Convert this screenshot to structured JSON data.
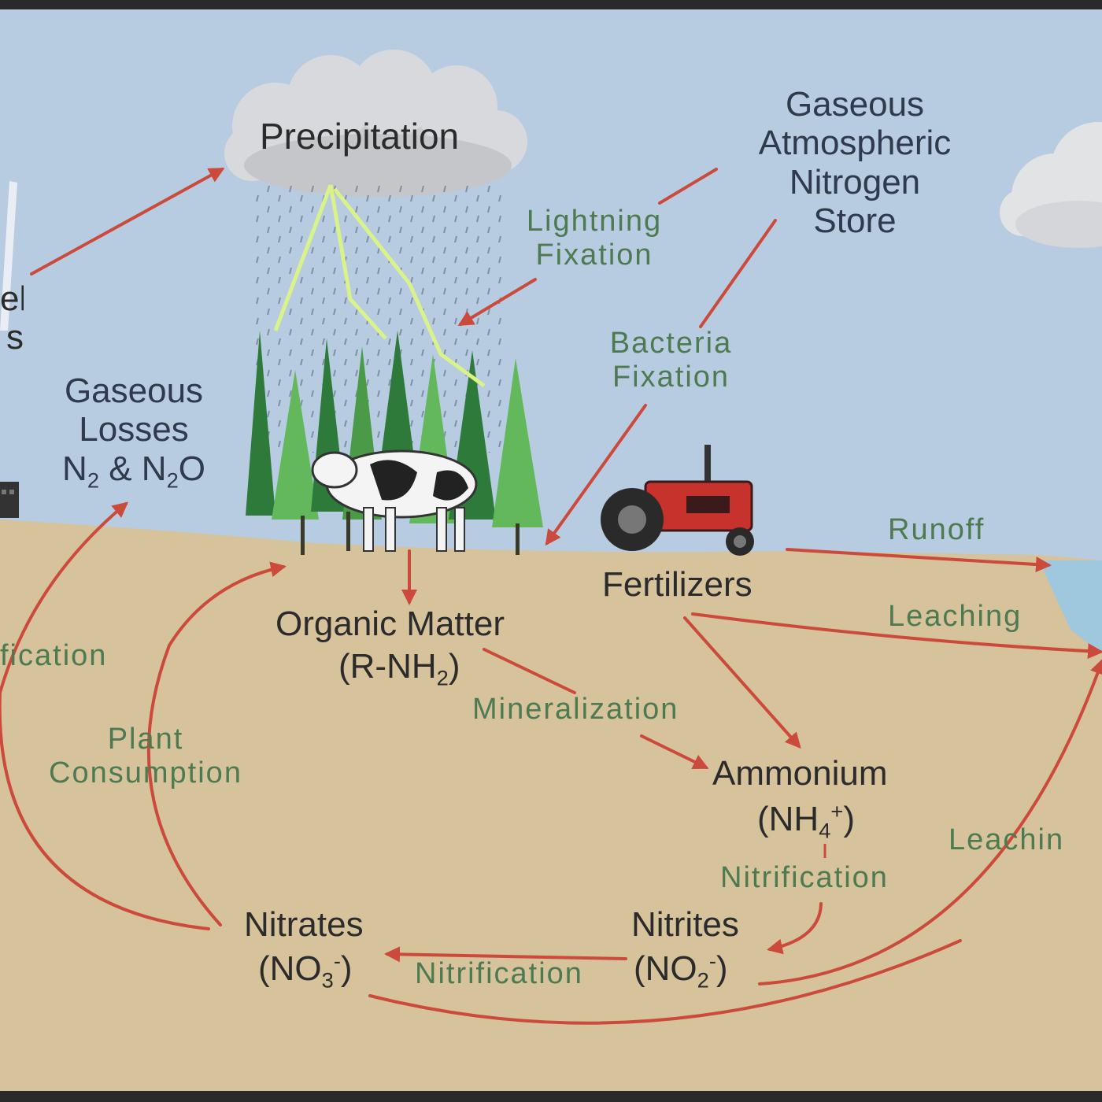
{
  "colors": {
    "sky": "#b7cce0",
    "soil": "#d6c29b",
    "arrow": "#cc4a3c",
    "process_text": "#4e7a52",
    "node_text": "#2b2b2b",
    "tree_dark": "#2e7a3a",
    "tree_light": "#62b85a",
    "tractor": "#c8322c",
    "water": "#9fc7dd",
    "lightning": "#d9f28a"
  },
  "labels": {
    "precipitation": "Precipitation",
    "atmospheric_store": [
      "Gaseous",
      "Atmospheric",
      "Nitrogen",
      "Store"
    ],
    "lightning_fixation": [
      "Lightning",
      "Fixation"
    ],
    "bacteria_fixation": [
      "Bacteria",
      "Fixation"
    ],
    "gaseous_losses": [
      "Gaseous",
      "Losses"
    ],
    "gaseous_losses_formula": {
      "n1": "N",
      "s1": "2",
      "mid": " & N",
      "s2": "2",
      "end": "O"
    },
    "fuel_partial": [
      "el",
      "s"
    ],
    "denitrification_partial": "fication",
    "organic_matter": "Organic Matter",
    "organic_formula": {
      "pre": "(R-NH",
      "sub": "2",
      "post": ")"
    },
    "mineralization": "Mineralization",
    "fertilizers": "Fertilizers",
    "runoff": "Runoff",
    "leaching_upper": "Leaching",
    "leaching_right": "Leachin",
    "ammonium": "Ammonium",
    "ammonium_formula": {
      "pre": "(NH",
      "sub": "4",
      "sup": "+",
      "post": ")"
    },
    "nitrification_1": "Nitrification",
    "nitrification_2": "Nitrification",
    "plant_consumption": [
      "Plant",
      "Consumption"
    ],
    "nitrates": "Nitrates",
    "nitrates_formula": {
      "pre": "(NO",
      "sub": "3",
      "sup": "-",
      "post": ")"
    },
    "nitrites": "Nitrites",
    "nitrites_formula": {
      "pre": "(NO",
      "sub": "2",
      "sup": "-",
      "post": ")"
    }
  }
}
